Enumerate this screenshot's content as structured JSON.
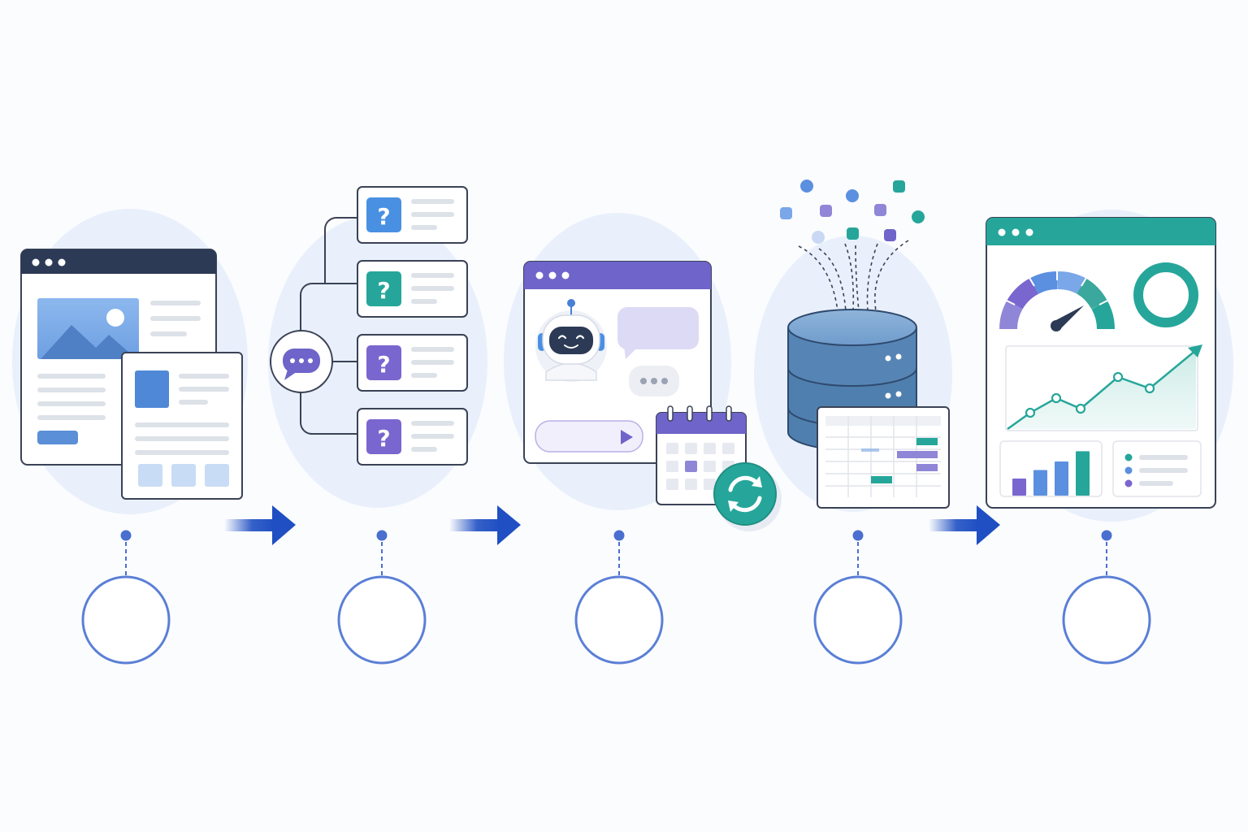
{
  "colors": {
    "navy": "#2c3a55",
    "blue_accent": "#4a7fd6",
    "purple_accent": "#6f64c9",
    "teal_accent": "#26a69a",
    "db_blue": "#4f7fae",
    "arrow_blue": "#1f4fc2",
    "circle_outline": "#5a7fd6",
    "blob": "#e9f0fb",
    "panel_border": "#3a4256",
    "placeholder_gray": "#dde1e8"
  },
  "flow": {
    "stages": [
      {
        "name": "web-content-pages",
        "icon": "webpage-document-icon",
        "accent": "#4a7fd6",
        "label": ""
      },
      {
        "name": "question-branching",
        "icon": "question-tree-icon",
        "accent": "#6f64c9",
        "label": ""
      },
      {
        "name": "chatbot-scheduling",
        "icon": "chatbot-icon",
        "accent": "#6f64c9",
        "label": ""
      },
      {
        "name": "database-records",
        "icon": "database-icon",
        "accent": "#4f7fae",
        "label": ""
      },
      {
        "name": "analytics-dashboard",
        "icon": "dashboard-icon",
        "accent": "#26a69a",
        "label": ""
      }
    ],
    "arrows": [
      {
        "name": "arrow-stage-1-to-2",
        "icon": "arrow-right-icon"
      },
      {
        "name": "arrow-stage-2-to-3",
        "icon": "arrow-right-icon"
      },
      {
        "name": "arrow-stage-4-to-5",
        "icon": "arrow-right-icon"
      }
    ],
    "question_cards": [
      {
        "icon": "question-mark-icon",
        "glyph": "?",
        "color": "#4a90e2"
      },
      {
        "icon": "question-mark-icon",
        "glyph": "?",
        "color": "#26a69a"
      },
      {
        "icon": "question-mark-icon",
        "glyph": "?",
        "color": "#7a66cf"
      },
      {
        "icon": "question-mark-icon",
        "glyph": "?",
        "color": "#7a66cf"
      }
    ],
    "dashboard": {
      "bar_levels": [
        0.3,
        0.45,
        0.6,
        0.78
      ],
      "bar_colors": [
        "#7a66cf",
        "#5b8fe0",
        "#5b8fe0",
        "#26a69a"
      ]
    }
  }
}
